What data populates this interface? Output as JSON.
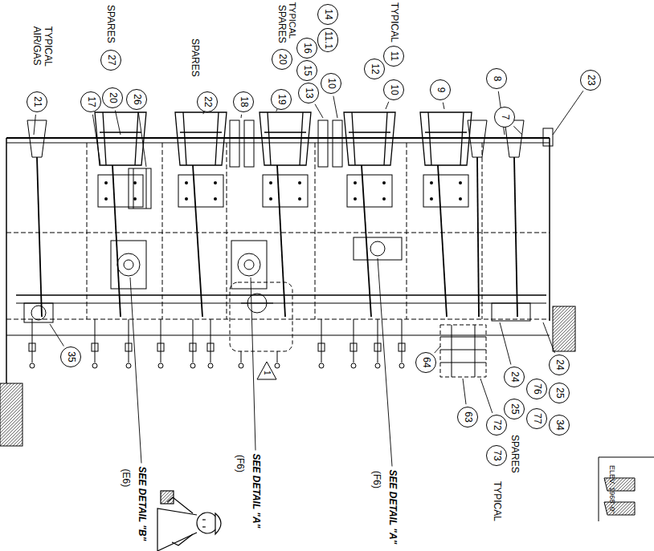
{
  "diagram": {
    "labels": [
      "TYPICAL AIR/GAS",
      "21",
      "SPARES",
      "27",
      "20",
      "17",
      "26",
      "SPARES",
      "22",
      "18",
      "SPARES",
      "20",
      "19",
      "TYPICAL",
      "14",
      "11.1",
      "10",
      "16",
      "15",
      "13",
      "TYPICAL",
      "11",
      "12",
      "10",
      "9",
      "8",
      "7",
      "23",
      "ELEV. 1968'-0\"",
      "24",
      "25",
      "SPARES",
      "76",
      "77",
      "24",
      "25",
      "34",
      "64",
      "63",
      "72",
      "73",
      "TYPICAL",
      "SEE DETAIL \"A\"",
      "(F6)",
      "SEE DETAIL \"A\"",
      "(F6)",
      "SEE DETAIL \"B\"",
      "(E6)",
      "35",
      "1"
    ]
  }
}
